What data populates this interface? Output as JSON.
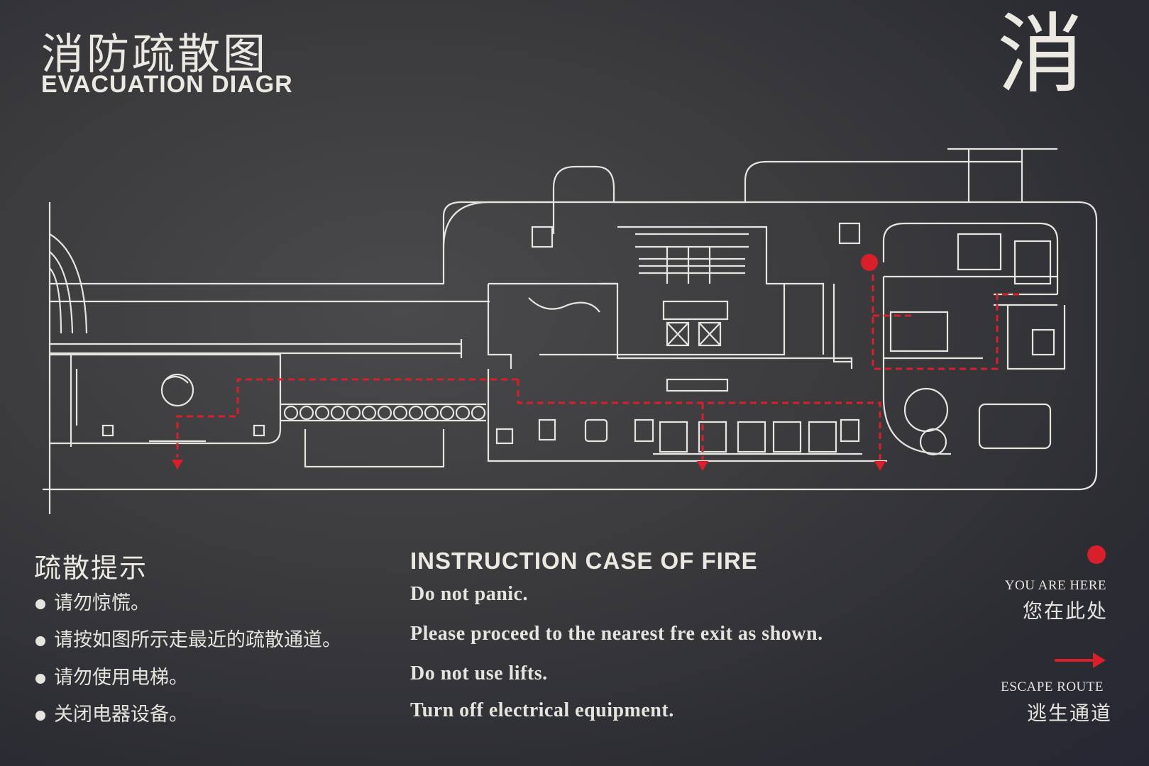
{
  "header": {
    "title_cn": "消防疏散图",
    "title_en": "EVACUATION DIAGR",
    "corner_char": "消"
  },
  "tips": {
    "title_cn": "疏散提示",
    "items_cn": [
      "请勿惊慌。",
      "请按如图所示走最近的疏散通道。",
      "请勿使用电梯。",
      "关闭电器设备。"
    ]
  },
  "instructions": {
    "title_en": "INSTRUCTION CASE OF FIRE",
    "items_en": [
      "Do not panic.",
      "Please proceed to the nearest fre exit as shown.",
      "Do not use lifts.",
      "Turn off electrical equipment."
    ]
  },
  "legend": {
    "you_are_here_en": "YOU ARE HERE",
    "you_are_here_cn": "您在此处",
    "escape_route_en": "ESCAPE ROUTE",
    "escape_route_cn": "逃生通道",
    "marker_color": "#d81f2a",
    "route_color": "#d81f2a"
  },
  "colors": {
    "background": "#3a3a3d",
    "line": "#e6e4de"
  }
}
